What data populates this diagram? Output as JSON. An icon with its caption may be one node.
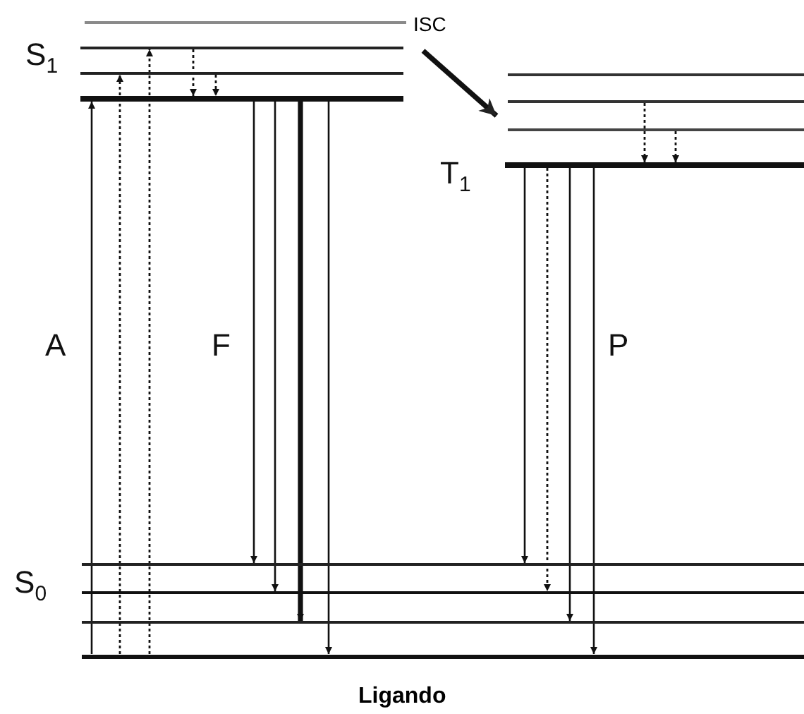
{
  "diagram": {
    "caption": "Ligando",
    "nodes": [
      {
        "text": [],
        "shape": "bar"
      },
      {
        "text": [],
        "shape": "bar"
      },
      {
        "text": [],
        "shape": "bar"
      },
      {
        "text": [],
        "shape": "bar"
      },
      {
        "text": [],
        "shape": "bar"
      },
      {
        "text": [],
        "shape": "bar"
      },
      {
        "text": [],
        "shape": "bar"
      },
      {
        "text": [],
        "shape": "bar"
      },
      {
        "text": [],
        "shape": "bar"
      },
      {
        "text": [],
        "shape": "bar"
      },
      {
        "text": [],
        "shape": "bar"
      },
      {
        "text": [],
        "shape": "bar"
      }
    ],
    "edges": [
      {
        "from": 11,
        "to": 3,
        "arrow": "to"
      },
      {
        "from": 11,
        "to": 2,
        "arrow": "to",
        "style": "dashed"
      },
      {
        "from": 11,
        "to": 1,
        "arrow": "to",
        "style": "dashed"
      },
      {
        "from": 1,
        "to": 3,
        "arrow": "to",
        "style": "dashed"
      },
      {
        "from": 2,
        "to": 3,
        "arrow": "to",
        "style": "dashed"
      },
      {
        "from": 3,
        "to": 8,
        "arrow": "to"
      },
      {
        "from": 3,
        "to": 9,
        "arrow": "to"
      },
      {
        "from": 3,
        "to": 10,
        "arrow": "to",
        "style": "thick"
      },
      {
        "from": 3,
        "to": 11,
        "arrow": "to"
      },
      {
        "from": 1,
        "to": 5,
        "arrow": "to",
        "label": "ISC",
        "style": "thick"
      },
      {
        "from": 5,
        "to": 7,
        "arrow": "to",
        "style": "dashed"
      },
      {
        "from": 6,
        "to": 7,
        "arrow": "to",
        "style": "dashed"
      },
      {
        "from": 7,
        "to": 8,
        "arrow": "to"
      },
      {
        "from": 7,
        "to": 9,
        "arrow": "to",
        "style": "dashed"
      },
      {
        "from": 7,
        "to": 10,
        "arrow": "to"
      },
      {
        "from": 7,
        "to": 11,
        "arrow": "to"
      }
    ],
    "labels": [
      "S$_{1}$",
      "T$_{1}$",
      "S$_{0}$",
      "A",
      "F",
      "P"
    ]
  }
}
